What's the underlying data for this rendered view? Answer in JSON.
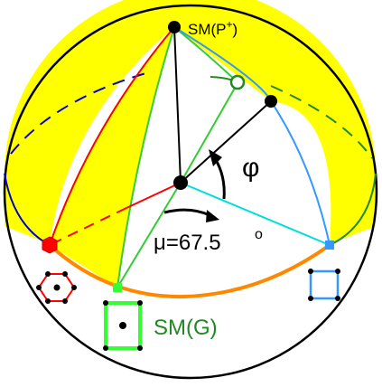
{
  "labels": {
    "top_sm": "SM(P",
    "top_sup": "+",
    "top_close": ")",
    "angle_phi": "φ",
    "angle_mu": "μ=67.5",
    "degree_mark": "o",
    "sm_g": "SM(G)"
  },
  "colors": {
    "yellow_region": "#ffff00",
    "sphere_outline": "#000000",
    "red_arc": "#ff0000",
    "green_arc": "#33cc33",
    "light_blue_arc": "#3399ff",
    "dark_blue_arc": "#0000cc",
    "dark_green_arc": "#228822",
    "orange_equator": "#ff8800",
    "cyan_axis": "#00dddd"
  },
  "icons": {
    "hexagon_node": "red-hexagon",
    "square_node": "blue-square",
    "green_square_node": "green-square",
    "open_circle": "green-open-circle"
  }
}
